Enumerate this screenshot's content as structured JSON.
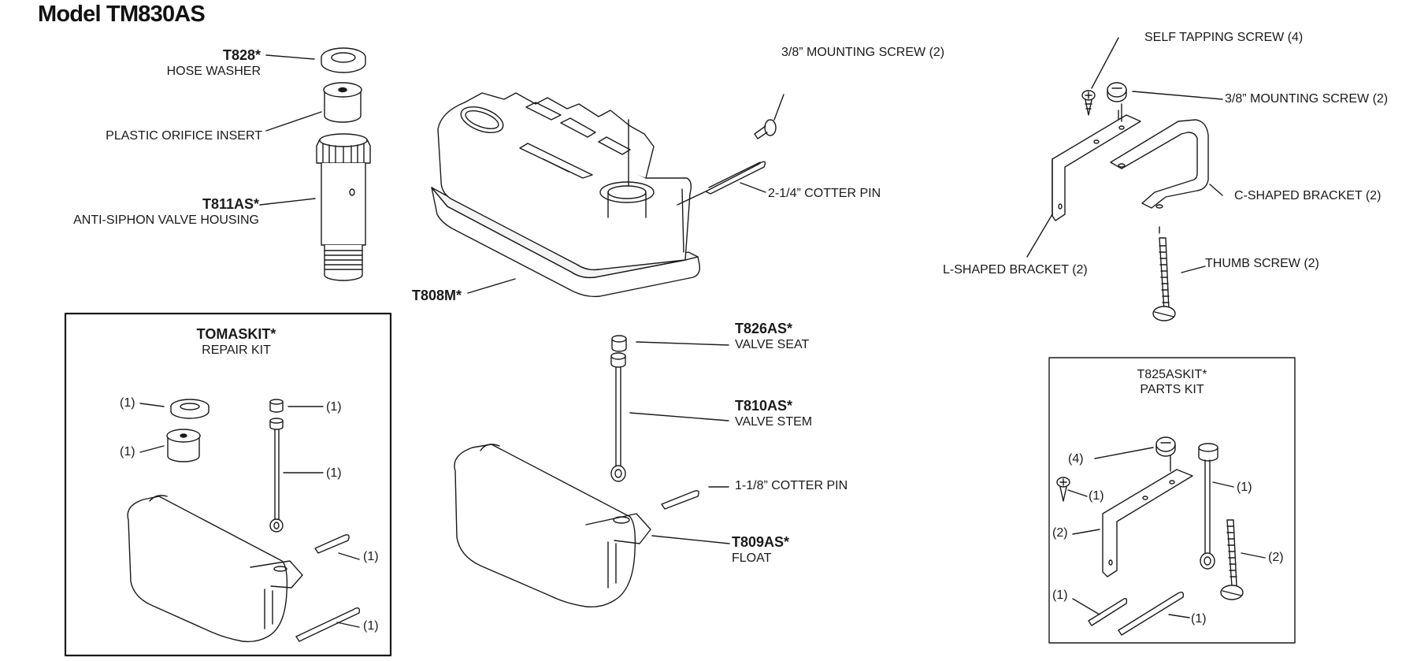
{
  "title": "Model TM830AS",
  "parts": {
    "hose_washer": {
      "number": "T828*",
      "name": "HOSE WASHER"
    },
    "orifice_insert": {
      "name": "PLASTIC ORIFICE INSERT"
    },
    "valve_housing": {
      "number": "T811AS*",
      "name": "ANTI-SIPHON VALVE HOUSING"
    },
    "tank_body": {
      "number": "T808M*"
    },
    "mounting_screw_tank": {
      "name": "3/8” MOUNTING SCREW (2)"
    },
    "cotter_pin_long": {
      "name": "2-1/4” COTTER PIN"
    },
    "valve_seat": {
      "number": "T826AS*",
      "name": "VALVE SEAT"
    },
    "valve_stem": {
      "number": "T810AS*",
      "name": "VALVE STEM"
    },
    "cotter_pin_short": {
      "name": "1-1/8” COTTER PIN"
    },
    "float": {
      "number": "T809AS*",
      "name": "FLOAT"
    },
    "self_tapping_screw": {
      "name": "SELF TAPPING SCREW (4)"
    },
    "mounting_screw_bracket": {
      "name": "3/8” MOUNTING SCREW (2)"
    },
    "c_bracket": {
      "name": "C-SHAPED BRACKET (2)"
    },
    "l_bracket": {
      "name": "L-SHAPED BRACKET (2)"
    },
    "thumb_screw": {
      "name": "THUMB SCREW (2)"
    }
  },
  "repair_kit": {
    "number": "TOMASKIT*",
    "name": "REPAIR KIT",
    "quantities": {
      "washer": "(1)",
      "insert": "(1)",
      "seat": "(1)",
      "stem": "(1)",
      "pin": "(1)",
      "pin2": "(1)"
    }
  },
  "parts_kit": {
    "number": "T825ASKIT*",
    "name": "PARTS KIT",
    "quantities": {
      "mount_screw": "(4)",
      "tap_screw": "(1)",
      "bracket": "(2)",
      "stem": "(1)",
      "thumb": "(2)",
      "pin_short": "(1)",
      "pin_long": "(1)"
    }
  }
}
